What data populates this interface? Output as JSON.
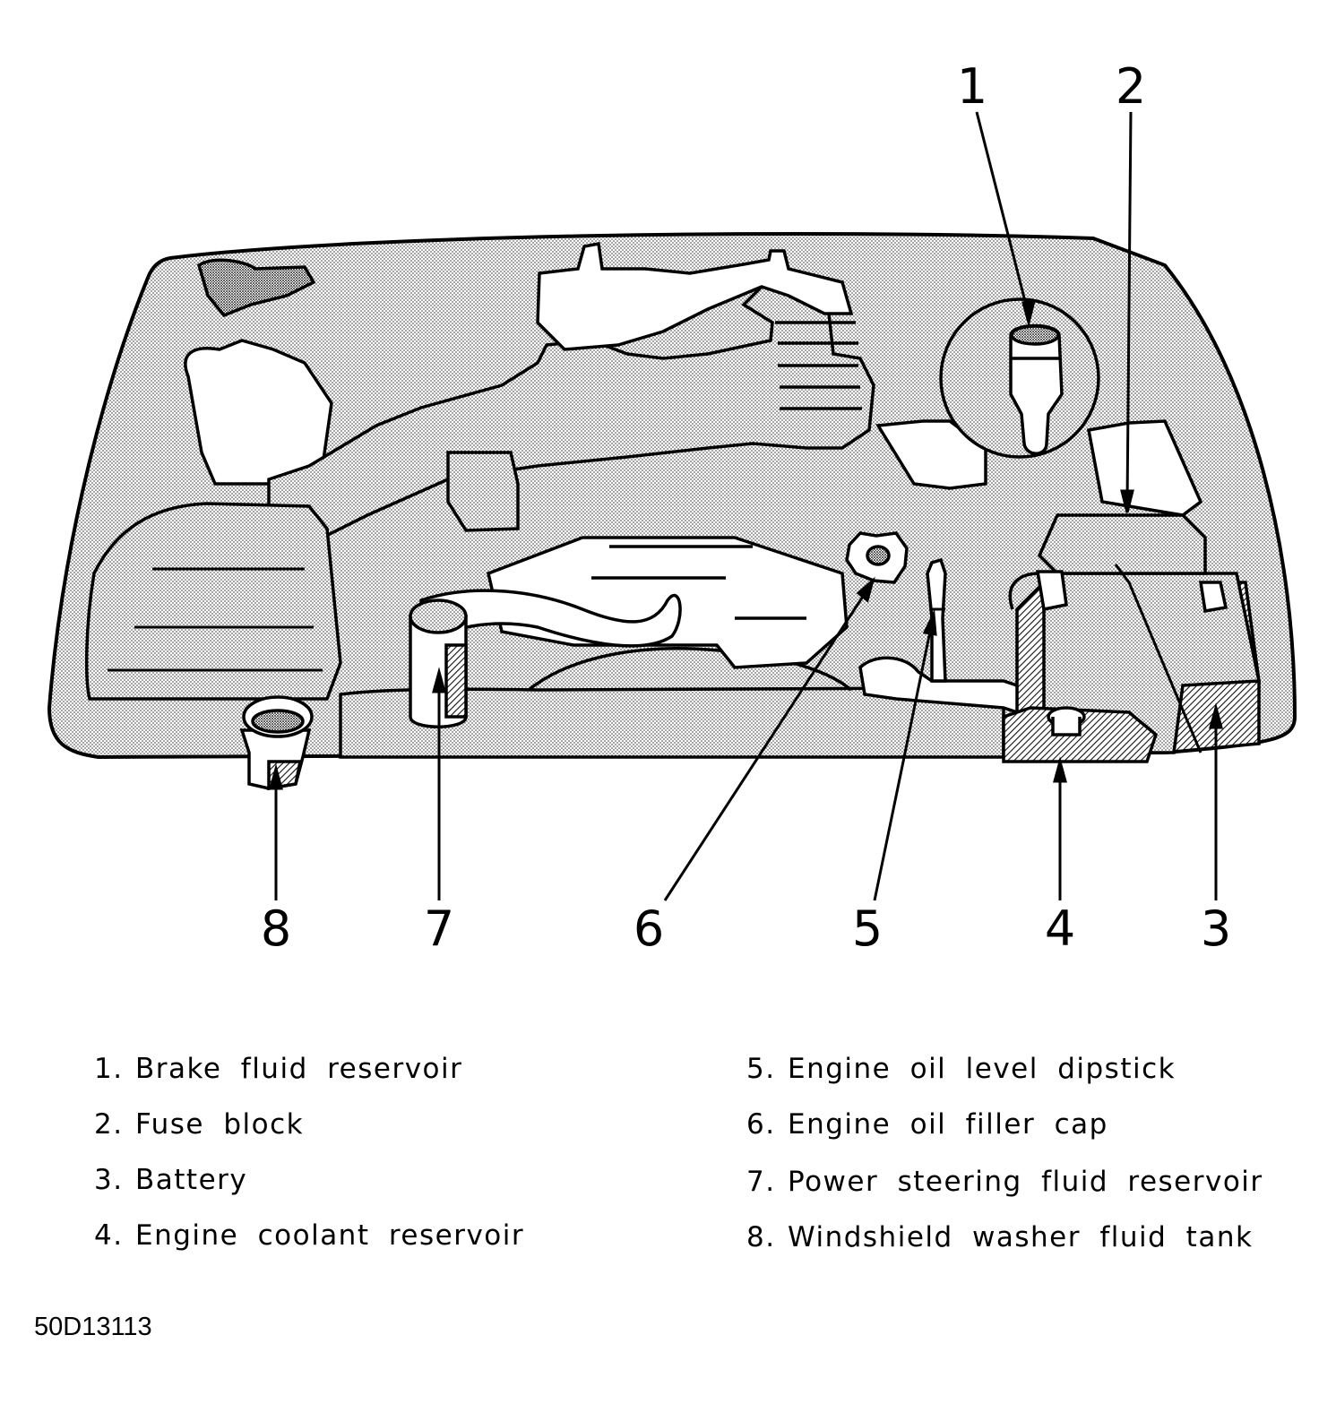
{
  "callouts": [
    "1",
    "2",
    "3",
    "4",
    "5",
    "6",
    "7",
    "8"
  ],
  "legend": {
    "left": [
      {
        "num": "1.",
        "label": "Brake fluid reservoir"
      },
      {
        "num": "2.",
        "label": "Fuse block"
      },
      {
        "num": "3.",
        "label": "Battery"
      },
      {
        "num": "4.",
        "label": "Engine coolant reservoir"
      }
    ],
    "right": [
      {
        "num": "5.",
        "label": "Engine oil level dipstick"
      },
      {
        "num": "6.",
        "label": "Engine oil filler cap"
      },
      {
        "num": "7.",
        "label": "Power steering fluid reservoir"
      },
      {
        "num": "8.",
        "label": "Windshield washer fluid tank"
      }
    ]
  },
  "figure_code": "50D13113"
}
